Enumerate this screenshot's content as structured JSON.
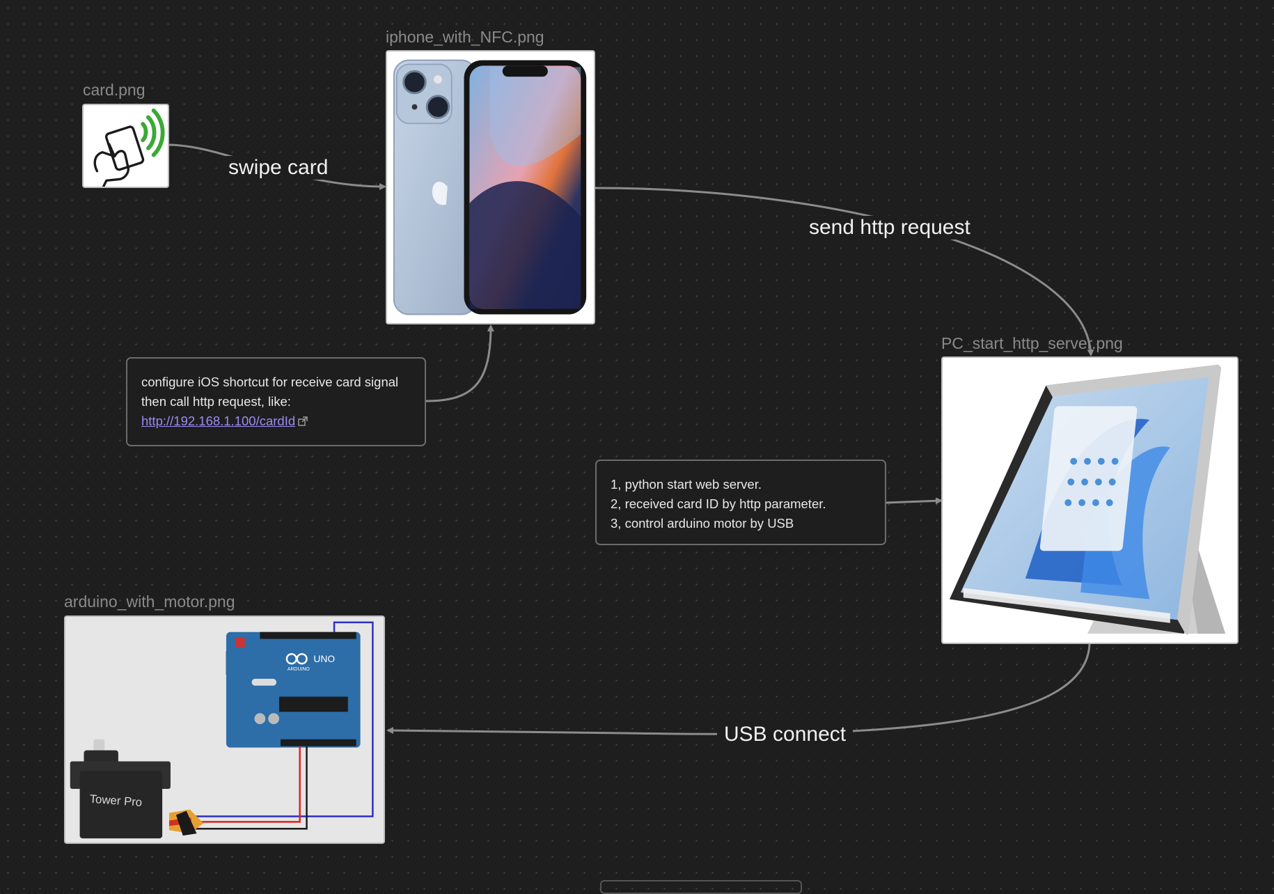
{
  "nodes": {
    "card": {
      "label": "card.png"
    },
    "iphone": {
      "label": "iphone_with_NFC.png"
    },
    "pc": {
      "label": "PC_start_http_server.png"
    },
    "arduino": {
      "label": "arduino_with_motor.png",
      "servo_brand": "Tower Pro",
      "board_text": "UNO",
      "board_brand": "ARDUINO"
    }
  },
  "notes": {
    "ios": {
      "line1": "configure iOS shortcut for receive card signal",
      "line2": "then call http request, like:",
      "link": "http://192.168.1.100/cardId"
    },
    "server": {
      "line1": "1, python start web server.",
      "line2": "2, received card ID by http parameter.",
      "line3": "3, control arduino motor by USB"
    }
  },
  "edges": {
    "swipe": "swipe card",
    "http": "send http request",
    "usb": "USB connect"
  },
  "colors": {
    "background": "#1e1e1e",
    "edge": "#8c8c8c",
    "link": "#9d8bf5",
    "nfc_green": "#3aa935"
  }
}
